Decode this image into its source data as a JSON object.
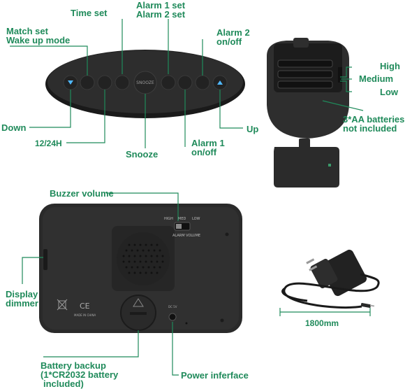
{
  "labels": {
    "time_set": "Time set",
    "alarm12_set_l1": "Alarm 1 set",
    "alarm12_set_l2": "Alarm 2 set",
    "match_set_l1": "Match set",
    "match_set_l2": "Wake up mode",
    "alarm2_l1": "Alarm 2",
    "alarm2_l2": "on/off",
    "down": "Down",
    "hour_mode": "12/24H",
    "snooze": "Snooze",
    "alarm1_l1": "Alarm 1",
    "alarm1_l2": "on/off",
    "up": "Up",
    "high": "High",
    "medium": "Medium",
    "low": "Low",
    "batteries_l1": "3*AA batteries",
    "batteries_l2": "not included",
    "buzzer_volume": "Buzzer volume",
    "display_dimmer_l1": "Display",
    "display_dimmer_l2": "dimmer",
    "battery_backup_l1": "Battery backup",
    "battery_backup_l2": "(1*CR2032 battery",
    "battery_backup_l3": "included)",
    "power_interface": "Power inferface",
    "cable_length": "1800mm"
  },
  "device": {
    "snooze_button": "SNOOZE",
    "vol_high": "HIGH",
    "vol_med": "MED",
    "vol_low": "LOW",
    "alarm_volume": "ALARM VOLUME",
    "made_in": "MADE IN CHINA",
    "ce_mark": "CE",
    "dc_label": "DC 5V"
  },
  "colors": {
    "accent": "#1f8a5a",
    "device": "#2b2b2b",
    "device_dark": "#1a1a1a"
  }
}
